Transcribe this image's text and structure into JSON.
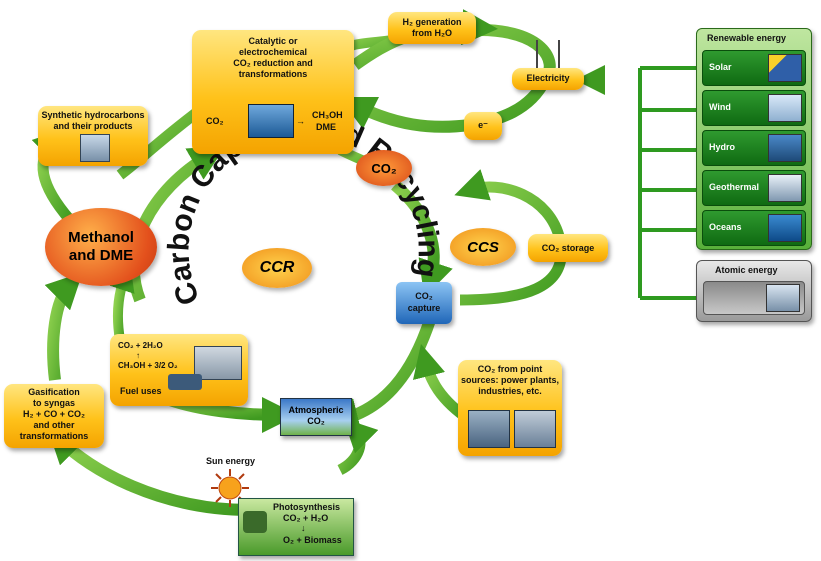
{
  "diagram": {
    "center_title": "Carbon Capture and Recycling",
    "ccr_label": "CCR",
    "ccs_label": "CCS",
    "co2_label": "CO₂",
    "methanol_label": [
      "Methanol",
      "and DME"
    ],
    "catalytic_box": [
      "Catalytic or",
      "electrochemical",
      "CO₂ reduction and",
      "transformations"
    ],
    "catalytic_eq_left": "CO₂",
    "catalytic_eq_arrow": "→",
    "catalytic_eq_right": [
      "CH₃OH",
      "DME"
    ],
    "h2_box": [
      "H₂ generation",
      "from H₂O"
    ],
    "electricity_label": "Electricity",
    "electron_label": "e⁻",
    "synthetic_box": [
      "Synthetic hydrocarbons",
      "and their products"
    ],
    "fuel_eq": [
      "CO₂ + 2H₂O",
      "↑",
      "CH₃OH + 3/2 O₂"
    ],
    "fuel_label": "Fuel uses",
    "gasification_box": [
      "Gasification",
      "to syngas",
      "H₂ + CO + CO₂",
      "and other",
      "transformations"
    ],
    "sun_label": "Sun energy",
    "photo_box": [
      "Photosynthesis",
      "CO₂ + H₂O",
      "↓",
      "O₂ + Biomass"
    ],
    "atmospheric_label": [
      "Atmospheric",
      "CO₂"
    ],
    "capture_label": [
      "CO₂",
      "capture"
    ],
    "storage_label": "CO₂ storage",
    "point_sources_box": [
      "CO₂ from point",
      "sources: power plants,",
      "industries, etc."
    ],
    "renewable_title": "Renewable energy",
    "renewable_items": [
      "Solar",
      "Wind",
      "Hydro",
      "Geothermal",
      "Oceans"
    ],
    "atomic_title": "Atomic energy"
  },
  "colors": {
    "arrow_green": "#5fb52a",
    "arrow_dark": "#2e7d18",
    "box_orange": "#ffc21a",
    "methanol_red": "#e0401a",
    "ccr_orange": "#f5a31c",
    "capture_blue": "#2f7fd0",
    "renewable_green": "#1e8a1e"
  }
}
